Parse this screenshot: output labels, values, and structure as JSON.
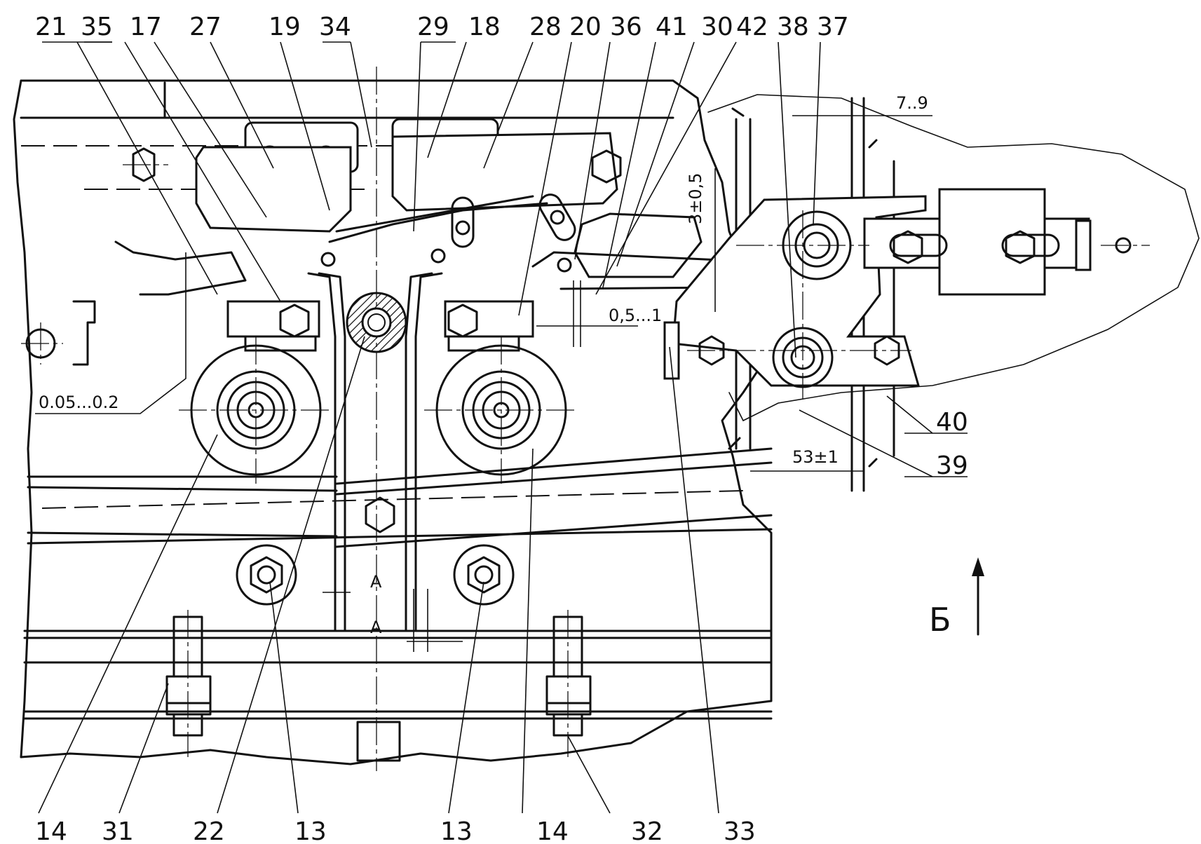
{
  "labels_top": [
    "21",
    "35",
    "17",
    "27",
    "19",
    "34",
    "29",
    "18",
    "28",
    "20",
    "36",
    "41",
    "30",
    "42",
    "38",
    "37"
  ],
  "labels_bottom": [
    "14",
    "31",
    "22",
    "13",
    "13",
    "14",
    "32",
    "33"
  ],
  "labels_right": [
    "40",
    "39"
  ],
  "dimensions": {
    "gap_small": "0.05...0.2",
    "gap_mid": "0,5...1",
    "offset_vertical": "3±0,5",
    "gap_right": "7..9",
    "width_bottom": "53±1"
  },
  "section_mark": "A",
  "view_mark": "Б"
}
